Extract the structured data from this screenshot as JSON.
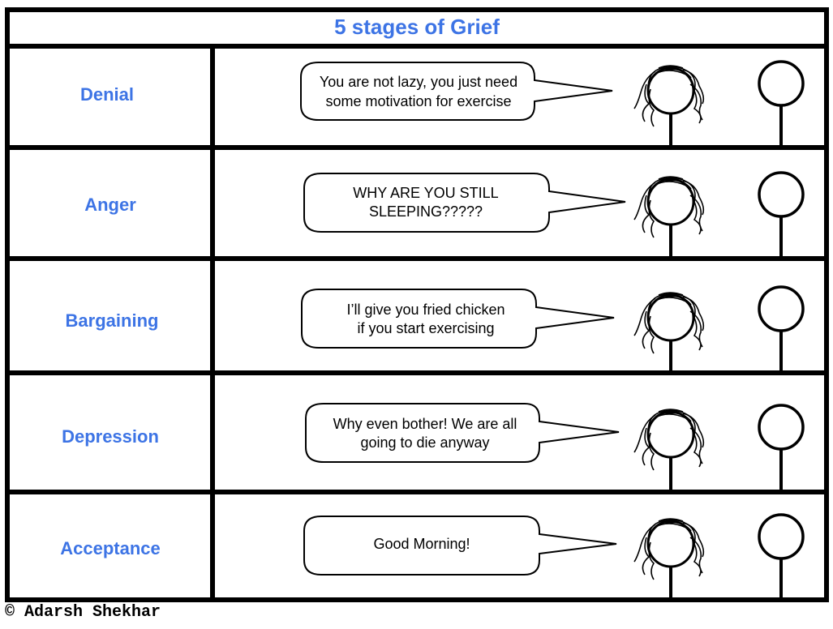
{
  "title": "5 stages of Grief",
  "stages": [
    {
      "label": "Denial",
      "line1": "You are not lazy, you just need",
      "line2": "some motivation for exercise"
    },
    {
      "label": "Anger",
      "line1": "WHY ARE YOU STILL",
      "line2": "SLEEPING?????"
    },
    {
      "label": "Bargaining",
      "line1": "I’ll give you fried chicken",
      "line2": "if you start exercising"
    },
    {
      "label": "Depression",
      "line1": "Why even bother! We are all",
      "line2": "going to die anyway"
    },
    {
      "label": "Acceptance",
      "line1": "Good Morning!",
      "line2": ""
    }
  ],
  "copyright": "© Adarsh Shekhar"
}
